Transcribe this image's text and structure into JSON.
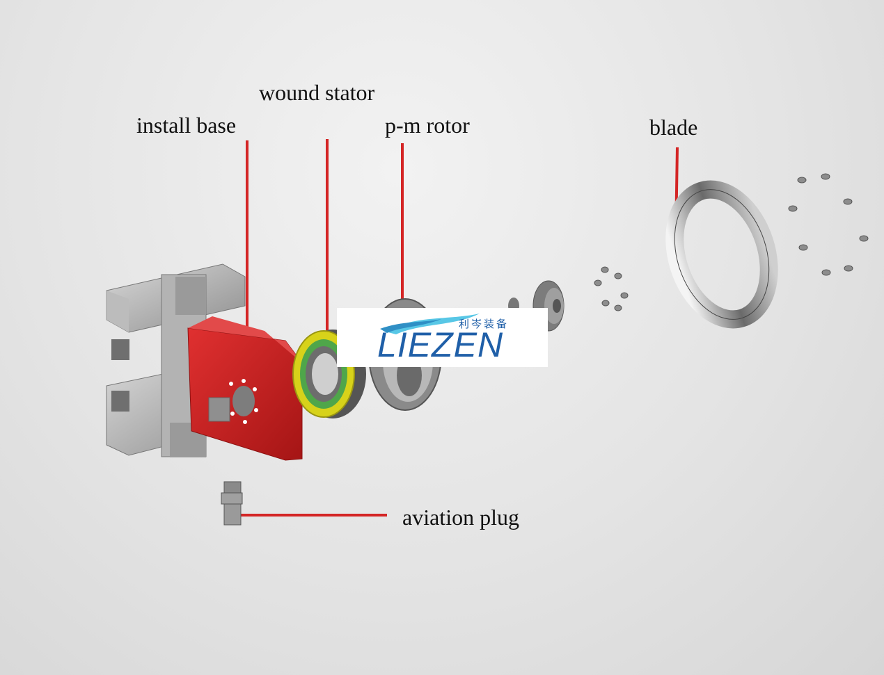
{
  "labels": {
    "install_base": "install base",
    "wound_stator": "wound stator",
    "pm_rotor": "p-m rotor",
    "blade": "blade",
    "aviation_plug": "aviation plug"
  },
  "logo": {
    "text": "LIEZEN",
    "chinese": "利岑装备"
  },
  "colors": {
    "leader_line": "#d42525",
    "housing_red": "#cc1f1f",
    "stator_coil": "#d7d21a",
    "stator_core": "#4fa64a",
    "logo_blue": "#1f5fa8",
    "metal": "#a9a9a9"
  }
}
